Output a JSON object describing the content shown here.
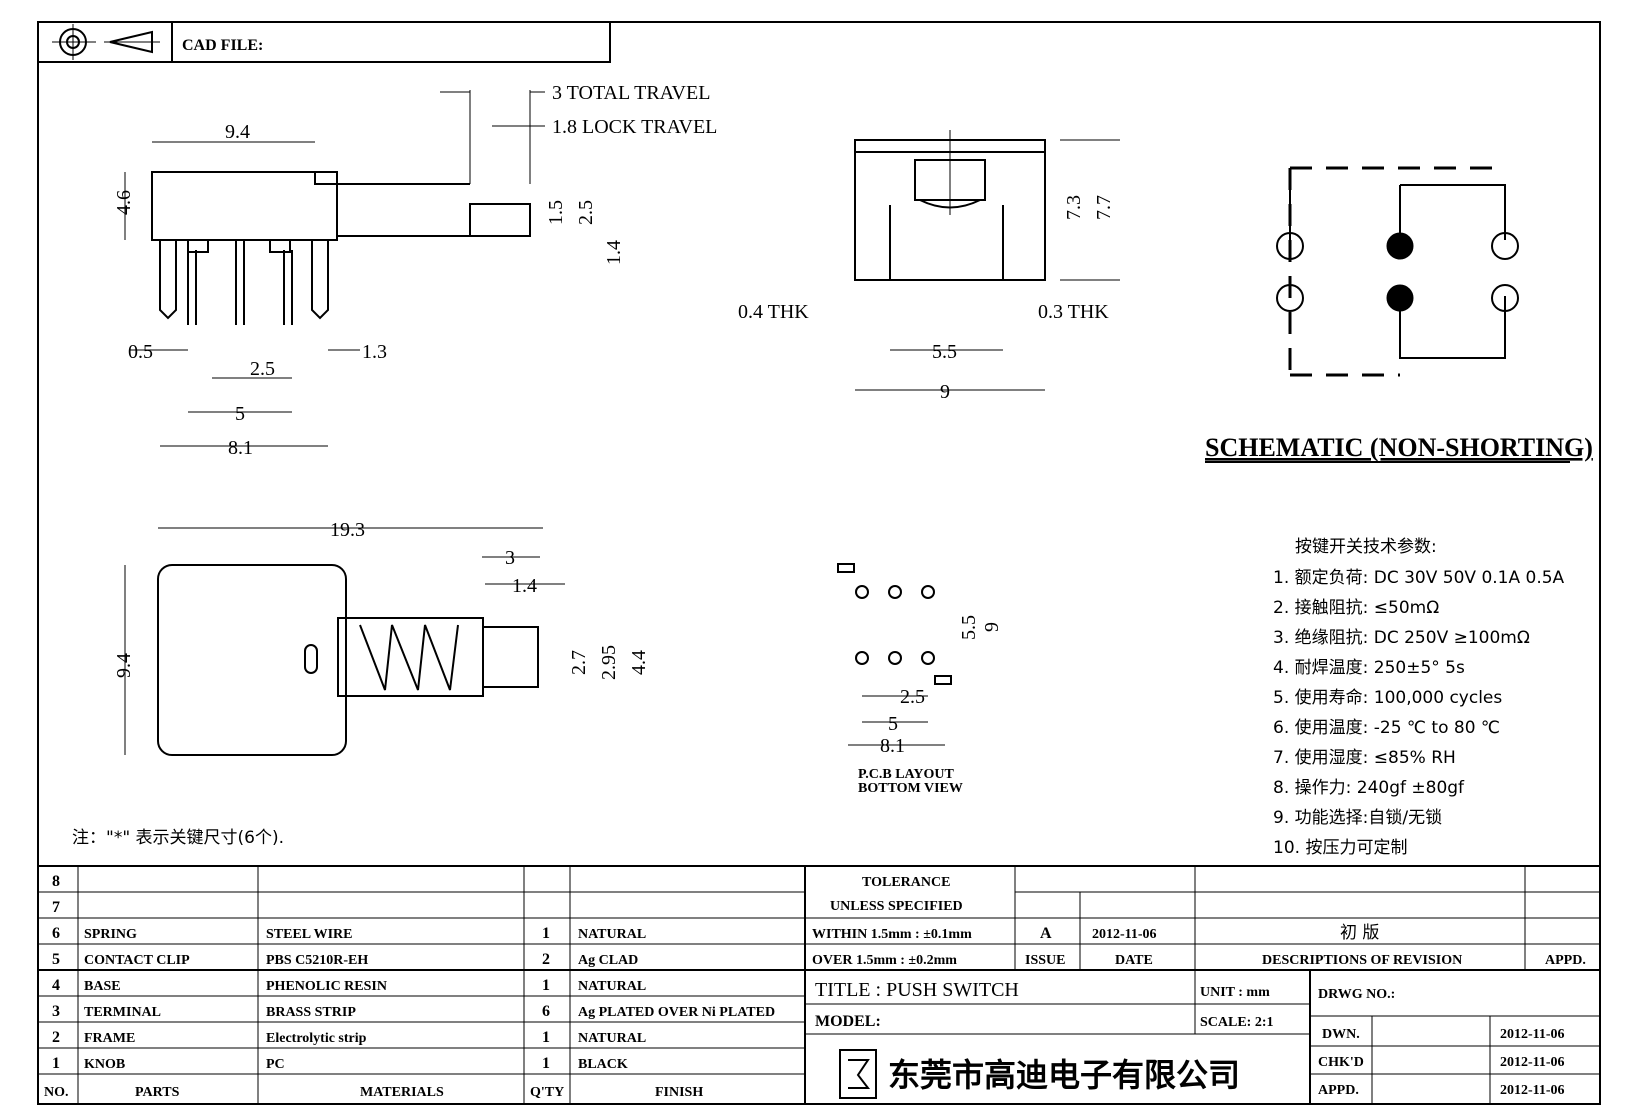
{
  "header": {
    "cad_file_label": "CAD FILE:"
  },
  "side_view": {
    "dims": {
      "width_top": "9.4",
      "height": "4.6",
      "total_travel": "3 TOTAL TRAVEL",
      "lock_travel": "1.8 LOCK TRAVEL",
      "d15": "1.5",
      "d25": "2.5",
      "d14": "1.4",
      "pin_w": "0.5",
      "pin_end": "1.3",
      "pitch": "2.5",
      "pitch5": "5",
      "width_bottom": "8.1"
    }
  },
  "front_view": {
    "dims": {
      "h73": "7.3",
      "h77": "7.7",
      "thk04": "0.4  THK",
      "thk03": "0.3  THK",
      "w55": "5.5",
      "w9": "9"
    }
  },
  "top_view": {
    "dims": {
      "len": "19.3",
      "w94": "9.4",
      "d3": "3",
      "d14": "1.4",
      "d27": "2.7",
      "d295": "2.95",
      "d44": "4.4"
    }
  },
  "pcb": {
    "dims": {
      "h55": "5.5",
      "h9": "9",
      "p25": "2.5",
      "p5": "5",
      "w81": "8.1"
    },
    "label": "P.C.B  LAYOUT",
    "sublabel": "BOTTOM  VIEW"
  },
  "schematic": {
    "title": "SCHEMATIC (NON-SHORTING)"
  },
  "specs": {
    "heading": "按键开关技术参数:",
    "items": [
      "1.  额定负荷: DC 30V 50V    0.1A  0.5A",
      "2.  接触阻抗:  ≤50mΩ",
      "3.  绝缘阻抗: DC 250V  ≥100mΩ",
      "4.  耐焊温度: 250±5°    5s",
      "5.  使用寿命: 100,000 cycles",
      "6.  使用温度: -25  ℃  to 80  ℃",
      "7.  使用湿度:  ≤85% RH",
      "8.  操作力: 240gf  ±80gf",
      "9.  功能选择:自锁/无锁",
      "10.  按压力可定制"
    ]
  },
  "note": "注：\"*\"  表示关键尺寸(6个).",
  "bom": {
    "headers": [
      "NO.",
      "PARTS",
      "MATERIALS",
      "Q'TY",
      "FINISH"
    ],
    "rows": [
      [
        "8",
        "",
        "",
        "",
        ""
      ],
      [
        "7",
        "",
        "",
        "",
        ""
      ],
      [
        "6",
        "SPRING",
        "STEEL WIRE",
        "1",
        "NATURAL"
      ],
      [
        "5",
        "CONTACT CLIP",
        "PBS C5210R-EH",
        "2",
        "Ag CLAD"
      ],
      [
        "4",
        "BASE",
        "PHENOLIC RESIN",
        "1",
        "NATURAL"
      ],
      [
        "3",
        "TERMINAL",
        "BRASS STRIP",
        "6",
        "Ag PLATED OVER Ni PLATED"
      ],
      [
        "2",
        "FRAME",
        "Electrolytic strip",
        "1",
        "NATURAL"
      ],
      [
        "1",
        "KNOB",
        "PC",
        "1",
        "BLACK"
      ]
    ]
  },
  "title_block": {
    "tolerance": "TOLERANCE",
    "unless": "UNLESS  SPECIFIED",
    "within": "WITHIN 1.5mm : ±0.1mm",
    "over": "OVER 1.5mm : ±0.2mm",
    "issue": "A",
    "issue_date": "2012-11-06",
    "revision_desc": "初 版",
    "issue_label": "ISSUE",
    "date_label": "DATE",
    "desc_label": "DESCRIPTIONS  OF  REVISION",
    "appd_label": "APPD.",
    "title": "TITLE :  PUSH  SWITCH",
    "unit": "UNIT :  mm",
    "drwg": "DRWG  NO.:",
    "model": "MODEL:",
    "scale": "SCALE:  2:1",
    "company": "东莞市高迪电子有限公司",
    "dwn_label": "DWN.",
    "dwn_date": "2012-11-06",
    "chkd_label": "CHK'D",
    "chkd_date": "2012-11-06",
    "appd2_label": "APPD.",
    "appd_date": "2012-11-06"
  }
}
